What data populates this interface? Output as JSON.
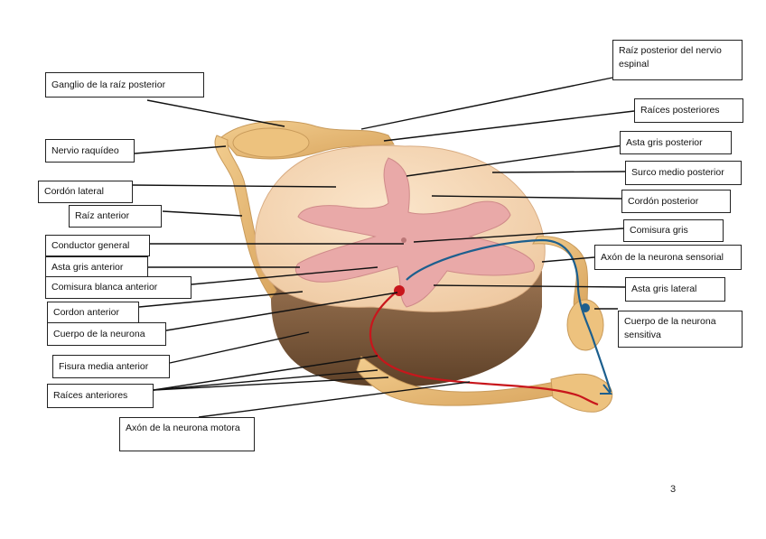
{
  "labels": {
    "raiz_posterior_nervio": "Raíz posterior del nervio espinal",
    "ganglio": "Ganglio de la raíz posterior",
    "raices_posteriores": "Raíces posteriores",
    "asta_gris_posterior": "Asta gris posterior",
    "nervio_raquideo": "Nervio raquídeo",
    "surco_medio_posterior": "Surco medio posterior",
    "cordon_lateral": "Cordón lateral",
    "cordon_posterior": "Cordón posterior",
    "raiz_anterior": "Raíz anterior",
    "comisura_gris": "Comisura gris",
    "conductor_general": "Conductor general",
    "axon_neurona_sensorial": "Axón de la neurona sensorial",
    "asta_gris_anterior": "Asta gris anterior",
    "comisura_blanca_anterior": "Comisura blanca anterior",
    "asta_gris_lateral": "Asta gris lateral",
    "cordon_anterior": "Cordon anterior",
    "cuerpo_neurona_sensitiva": "Cuerpo de la neurona sensitiva",
    "cuerpo_neurona": "Cuerpo de la neurona",
    "fisura_media_anterior": "Fisura media anterior",
    "raices_anteriores": "Raíces anteriores",
    "axon_neurona_motora": "Axón de la neurona motora"
  },
  "page_number": "3",
  "colors": {
    "white_matter": "#f6d9b8",
    "gray_matter": "#e9a9a8",
    "nerve": "#e8bb78",
    "motor_pathway": "#c8161c",
    "sensory_pathway": "#1c5f8e",
    "tissue_shadow": "#7a5a3c"
  }
}
